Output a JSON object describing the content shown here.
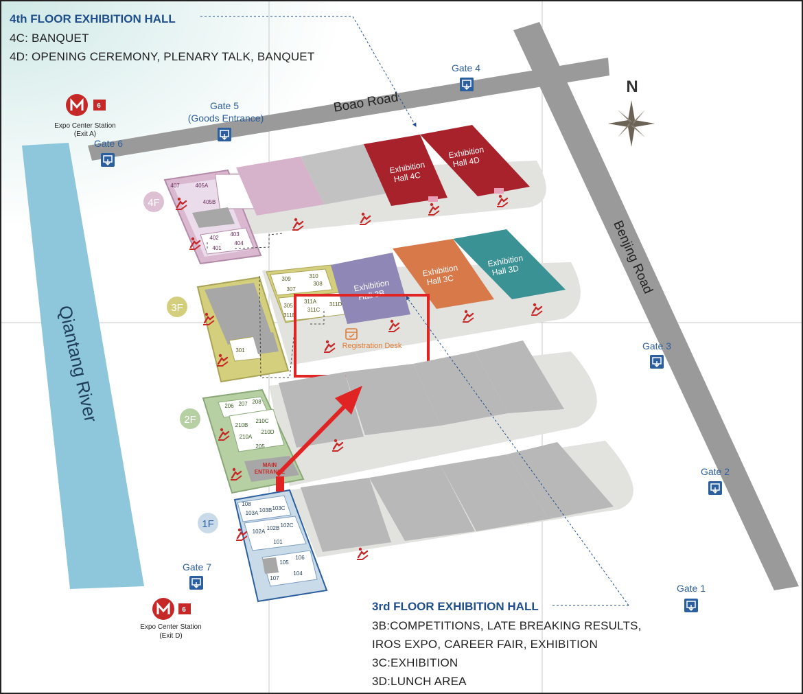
{
  "info_4f": {
    "title": "4th FLOOR EXHIBITION HALL",
    "lines": [
      "4C: BANQUET",
      "4D: OPENING CEREMONY, PLENARY TALK, BANQUET"
    ]
  },
  "info_3f": {
    "title": "3rd FLOOR EXHIBITION HALL",
    "lines": [
      "3B:COMPETITIONS, LATE BREAKING RESULTS,",
      "IROS EXPO, CAREER FAIR, EXHIBITION",
      "3C:EXHIBITION",
      "3D:LUNCH AREA"
    ]
  },
  "roads": {
    "boao": "Boao Road",
    "benjing": "Benjing Road"
  },
  "river": "Qiantang River",
  "compass": "N",
  "gates": {
    "g1": "Gate 1",
    "g2": "Gate 2",
    "g3": "Gate 3",
    "g4": "Gate 4",
    "g5": "Gate 5",
    "g5_sub": "(Goods Entrance)",
    "g6": "Gate 6",
    "g7": "Gate 7"
  },
  "stations": {
    "a_name": "Expo Center Station",
    "a_exit": "(Exit A)",
    "d_name": "Expo Center Station",
    "d_exit": "(Exit D)",
    "line": "6"
  },
  "floors": {
    "f1": "1F",
    "f2": "2F",
    "f3": "3F",
    "f4": "4F"
  },
  "halls": {
    "h4c_a": "Exhibition",
    "h4c_b": "Hall 4C",
    "h4d_a": "Exhibition",
    "h4d_b": "Hall 4D",
    "h3b_a": "Exhibition",
    "h3b_b": "Hall 3B",
    "h3c_a": "Exhibition",
    "h3c_b": "Hall 3C",
    "h3d_a": "Exhibition",
    "h3d_b": "Hall 3D"
  },
  "rooms": {
    "r401": "401",
    "r402": "402",
    "r403": "403",
    "r404": "404",
    "r405a": "405A",
    "r405b": "405B",
    "r407": "407",
    "r301": "301",
    "r305": "305",
    "r307": "307",
    "r308": "308",
    "r309": "309",
    "r310": "310",
    "r311a": "311A",
    "r311b": "311B",
    "r311c": "311C",
    "r311d": "311D",
    "r205": "205",
    "r206": "206",
    "r207": "207",
    "r208": "208",
    "r210a": "210A",
    "r210b": "210B",
    "r210c": "210C",
    "r210d": "210D",
    "r101": "101",
    "r102a": "102A",
    "r102b": "102B",
    "r102c": "102C",
    "r103a": "103A",
    "r103b": "103B",
    "r103c": "103C",
    "r104": "104",
    "r105": "105",
    "r106": "106",
    "r107": "107",
    "r108": "108"
  },
  "main_entrance": [
    "MAIN",
    "ENTRANCE"
  ],
  "registration_desk": "Registration Desk",
  "colors": {
    "hall_4c": "#a8222c",
    "hall_4d": "#a8222c",
    "hall_3b": "#8f88b6",
    "hall_3c": "#d8794a",
    "hall_3d": "#3a9294",
    "floor_4f": "#dab9d0",
    "floor_3f": "#d3cf7c",
    "floor_2f": "#b6cfa3",
    "floor_1f": "#c9dbe8",
    "river": "#8ec6dc",
    "road": "#9a9a9a",
    "highlight": "#e02424"
  }
}
